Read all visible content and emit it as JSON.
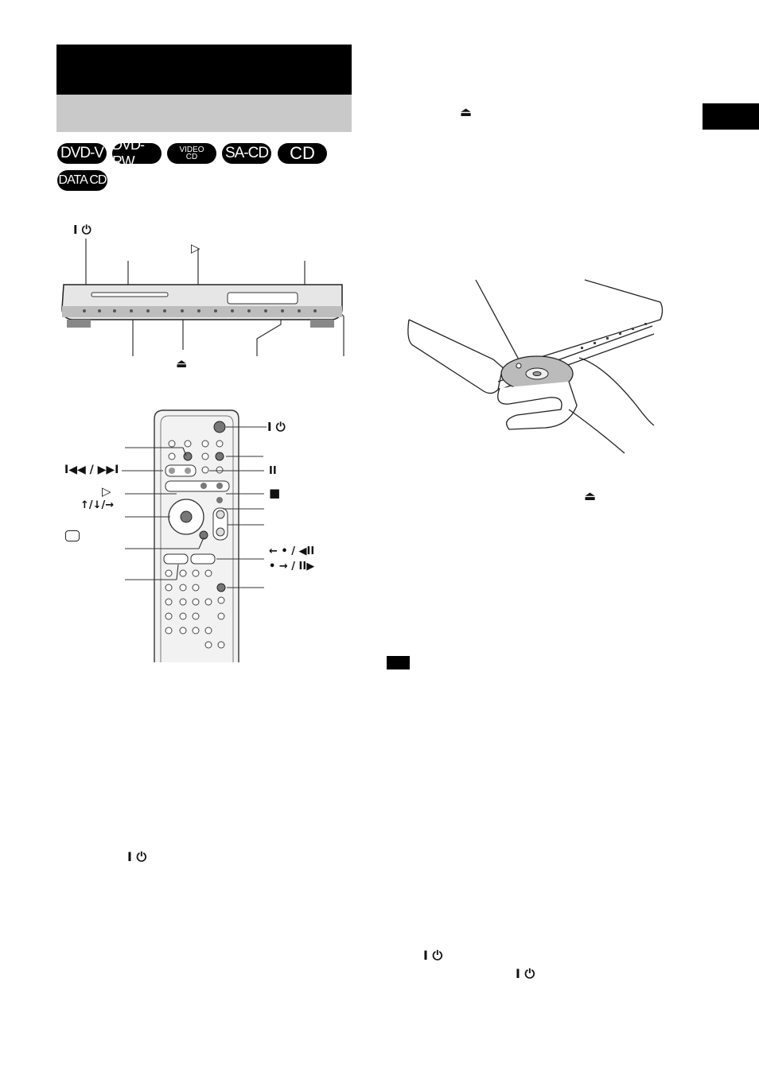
{
  "badges": [
    {
      "id": "dvd-v",
      "label": "DVD-V"
    },
    {
      "id": "dvd-rw",
      "label": "DVD-RW"
    },
    {
      "id": "video-cd",
      "label_top": "VIDEO",
      "label_bottom": "CD"
    },
    {
      "id": "sa-cd",
      "label": "SA-CD"
    },
    {
      "id": "cd",
      "label": "CD"
    },
    {
      "id": "data-cd",
      "label": "DATA CD"
    }
  ],
  "symbols": {
    "power": "I ⏻",
    "eject": "⏏",
    "play": "▷",
    "skip": "I◀◀ / ▶▶I",
    "arrows": "↑/↓/→",
    "pause": "II",
    "stop": "■",
    "step_back": "← • / ◀II",
    "step_fwd": "• → / II▶"
  },
  "colors": {
    "header_black": "#000000",
    "subheader_gray": "#c9c9c9"
  }
}
